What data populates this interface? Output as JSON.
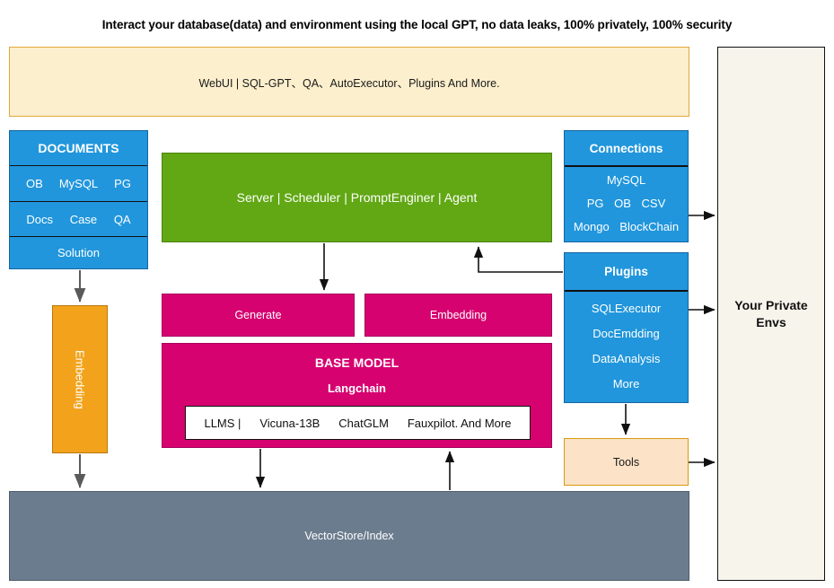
{
  "title": "Interact your database(data) and environment using the local GPT, no data leaks, 100% privately, 100% security",
  "webui": {
    "label": "WebUI | SQL-GPT、QA、AutoExecutor、Plugins And More."
  },
  "documents": {
    "heading": "DOCUMENTS",
    "row_sources": [
      "OB",
      "MySQL",
      "PG"
    ],
    "row_types": [
      "Docs",
      "Case",
      "QA"
    ],
    "row_solution": "Solution"
  },
  "server": {
    "label": "Server | Scheduler | PromptEnginer | Agent"
  },
  "connections": {
    "heading": "Connections",
    "lines": [
      [
        "MySQL"
      ],
      [
        "PG",
        "OB",
        "CSV"
      ],
      [
        "Mongo",
        "BlockChain"
      ]
    ]
  },
  "plugins": {
    "heading": "Plugins",
    "items": [
      "SQLExecutor",
      "DocEmdding",
      "DataAnalysis",
      "More"
    ]
  },
  "embedding_vertical": {
    "label": "Embedding"
  },
  "generate": {
    "label": "Generate"
  },
  "embedding_box": {
    "label": "Embedding"
  },
  "base_model": {
    "title": "BASE MODEL",
    "subtitle": "Langchain",
    "llms": [
      "LLMS  |",
      "Vicuna-13B",
      "ChatGLM",
      "Fauxpilot. And More"
    ]
  },
  "tools": {
    "label": "Tools"
  },
  "vectorstore": {
    "label": "VectorStore/Index"
  },
  "private_envs": {
    "label": "Your Private Envs"
  },
  "colors": {
    "blue": "#2196DC",
    "green": "#61A814",
    "pink": "#D60270",
    "orange": "#F2A31B",
    "cream": "#FCEFCD",
    "peach": "#FCE2C6",
    "slate": "#6B7C8E",
    "envs_bg": "#F7F4EC"
  }
}
